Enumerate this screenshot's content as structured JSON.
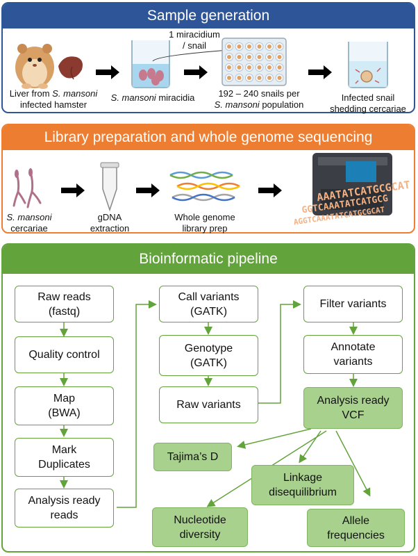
{
  "sections": {
    "sample_generation": {
      "title": "Sample generation",
      "captions": {
        "liver_pre": "Liver from ",
        "liver_italic": "S. mansoni",
        "liver_line2": "infected hamster",
        "miracidia_italic": "S. mansoni",
        "miracidia_post": " miracidia",
        "arrow_label_1": "1 miracidium",
        "arrow_label_2": "/ snail",
        "snails_line1": "192 – 240 snails per",
        "snails_italic": "S. mansoni",
        "snails_post": " population",
        "infected_line1": "Infected snail",
        "infected_line2": "shedding cercariae"
      }
    },
    "library_preparation": {
      "title": "Library preparation and whole genome sequencing",
      "captions": {
        "cercariae_italic": "S. mansoni",
        "cercariae_line2": "cercariae",
        "gdna_line1": "gDNA",
        "gdna_line2": "extraction",
        "wg_line1": "Whole genome",
        "wg_line2": "library prep"
      },
      "sequence_text": [
        "AAATATCATGCGCAT",
        "GGTCAAATATCATGCG",
        "AGGTCAAATATCATGCGCAT"
      ]
    },
    "bioinformatic_pipeline": {
      "title": "Bioinformatic pipeline",
      "steps": {
        "raw_reads": "Raw reads\n(fastq)",
        "quality_control": "Quality control",
        "map": "Map\n(BWA)",
        "mark_duplicates": "Mark\nDuplicates",
        "analysis_ready_reads": "Analysis ready\nreads",
        "call_variants": "Call variants\n(GATK)",
        "genotype": "Genotype\n(GATK)",
        "raw_variants": "Raw variants",
        "filter_variants": "Filter variants",
        "annotate_variants": "Annotate\nvariants",
        "analysis_ready_vcf": "Analysis ready\nVCF"
      },
      "outputs": {
        "tajimas_d": "Tajima’s D",
        "linkage_disequilibrium": "Linkage\ndisequilibrium",
        "nucleotide_diversity": "Nucleotide\ndiversity",
        "allele_frequencies": "Allele\nfrequencies"
      }
    }
  },
  "colors": {
    "blue": "#2e5597",
    "orange": "#ed7d31",
    "green": "#62a33b",
    "green_fill": "#a9d18e",
    "sequence_orange": "#f4b183"
  }
}
